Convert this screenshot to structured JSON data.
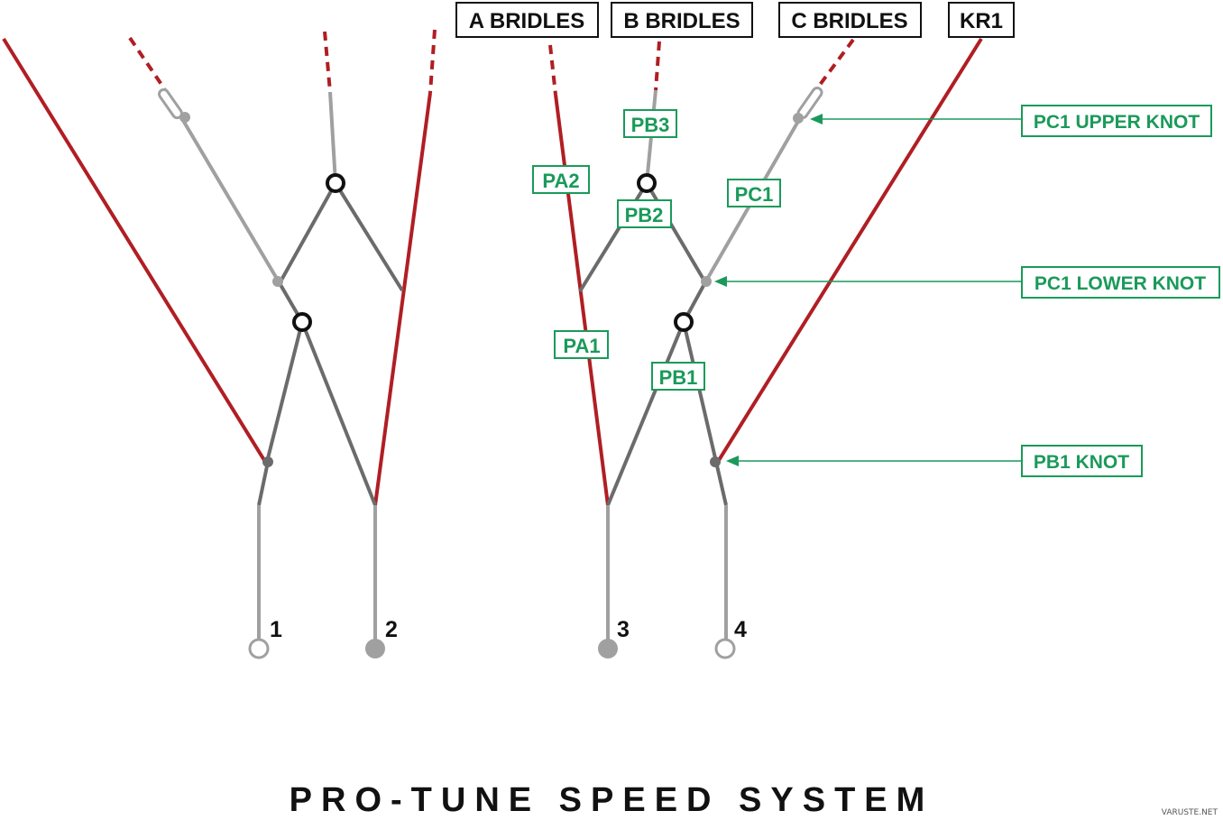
{
  "header_labels": {
    "a_bridles": "A BRIDLES",
    "b_bridles": "B BRIDLES",
    "c_bridles": "C BRIDLES",
    "kr1": "KR1"
  },
  "line_tags": {
    "pa1": "PA1",
    "pa2": "PA2",
    "pb1": "PB1",
    "pb2": "PB2",
    "pb3": "PB3",
    "pc1": "PC1"
  },
  "callouts": {
    "pc1_upper_knot": "PC1 UPPER KNOT",
    "pc1_lower_knot": "PC1 LOWER KNOT",
    "pb1_knot": "PB1 KNOT"
  },
  "handle_numbers": {
    "h1": "1",
    "h2": "2",
    "h3": "3",
    "h4": "4"
  },
  "title": "PRO-TUNE SPEED SYSTEM",
  "watermark": "VARUSTE.NET",
  "colors": {
    "red_line": "#b01e23",
    "light_gray_line": "#a0a0a0",
    "dark_gray_line": "#6b6b6b",
    "label_green": "#1a9a5a",
    "text_black": "#111111"
  }
}
